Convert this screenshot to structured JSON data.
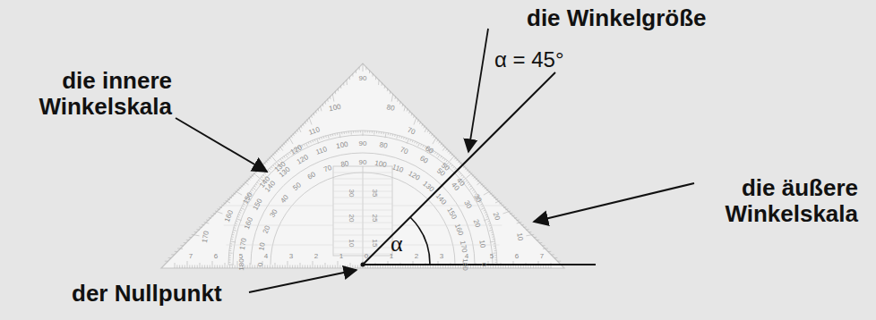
{
  "diagram": {
    "labels": [
      "die Winkelgröße",
      "α = 45°",
      "die innere Winkelskala",
      "die äußere Winkelskala",
      "der Nullpunkt",
      "α",
      "10",
      "20",
      "30",
      "40",
      "50",
      "60",
      "70",
      "80",
      "90",
      "100",
      "110",
      "120",
      "130",
      "140",
      "150",
      "160",
      "170",
      "0",
      "10",
      "20",
      "30",
      "40",
      "50",
      "60",
      "70",
      "80",
      "90",
      "100",
      "110",
      "120",
      "130",
      "140",
      "150",
      "160",
      "170",
      "180",
      "0",
      "10",
      "20",
      "30",
      "40",
      "50",
      "60",
      "70",
      "80",
      "90",
      "100",
      "110",
      "120",
      "130",
      "140",
      "150",
      "160",
      "170",
      "180",
      "7",
      "6",
      "5",
      "4",
      "3",
      "2",
      "1",
      "0",
      "1",
      "2",
      "3",
      "4",
      "5",
      "6",
      "7",
      "10",
      "15",
      "20",
      "25",
      "30",
      "35"
    ]
  }
}
